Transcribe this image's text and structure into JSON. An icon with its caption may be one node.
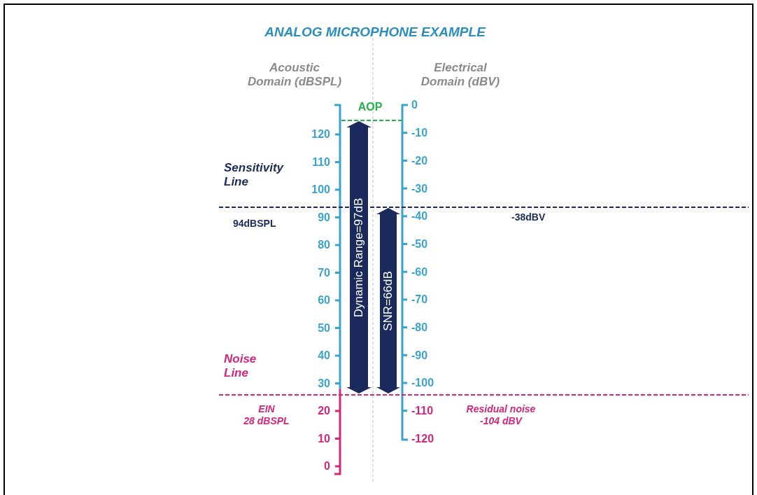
{
  "diagram": {
    "title": "ANALOG MICROPHONE EXAMPLE",
    "nodes": [
      {
        "text": [
          "Dynamic Range=97dB"
        ]
      },
      {
        "text": [
          "SNR=66dB"
        ]
      }
    ],
    "labels": [
      "Acoustic Domain (dBSPL)",
      "Electrical Domain (dBV)",
      "AOP",
      "0",
      "120",
      "-10",
      "Sensitivity Line",
      "110",
      "-20",
      "100",
      "-30",
      "94dBSPL",
      "90",
      "-40",
      "-38dBV",
      "80",
      "-50",
      "70",
      "-60",
      "60",
      "-70",
      "50",
      "-80",
      "Noise Line",
      "40",
      "-90",
      "30",
      "-100",
      "EIN 28 dBSPL",
      "20",
      "-110",
      "Residual noise -104 dBV",
      "10",
      "-120",
      "0"
    ]
  }
}
